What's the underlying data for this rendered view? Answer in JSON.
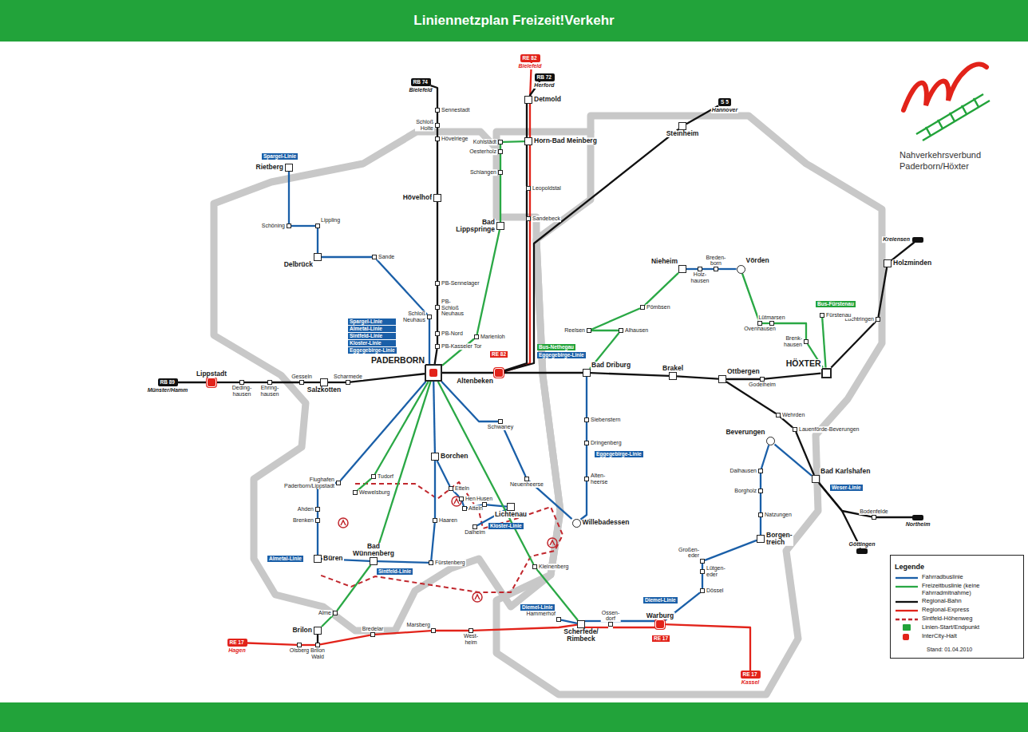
{
  "diagram": {
    "title": "Liniennetzplan Freizeit!Verkehr",
    "nodes": [
      {
        "text": [
          "RB 74",
          "Bielefeld"
        ]
      },
      {
        "text": [
          "Sennestadt"
        ]
      },
      {
        "text": [
          "Schloß Holte"
        ]
      },
      {
        "text": [
          "Hövelriege"
        ]
      },
      {
        "text": [
          "Hövelhof"
        ]
      },
      {
        "text": [
          "PB-Sennelager"
        ]
      },
      {
        "text": [
          "PB-Schloß Neuhaus"
        ]
      },
      {
        "text": [
          "Schloß Neuhaus"
        ]
      },
      {
        "text": [
          "PB-Nord"
        ]
      },
      {
        "text": [
          "PB-Kasseler Tor"
        ]
      },
      {
        "text": [
          "PADERBORN"
        ]
      },
      {
        "text": [
          "RE 82",
          "Bielefeld"
        ]
      },
      {
        "text": [
          "RB 72",
          "Herford"
        ]
      },
      {
        "text": [
          "Detmold"
        ]
      },
      {
        "text": [
          "Horn-Bad Meinberg"
        ]
      },
      {
        "text": [
          "Leopoldstal"
        ]
      },
      {
        "text": [
          "Sandebeck"
        ]
      },
      {
        "text": [
          "S 5",
          "Hannover"
        ]
      },
      {
        "text": [
          "Steinheim"
        ]
      },
      {
        "text": [
          "Altenbeken"
        ]
      },
      {
        "text": [
          "Kohlstädt"
        ]
      },
      {
        "text": [
          "Oesterholz"
        ]
      },
      {
        "text": [
          "Schlangen"
        ]
      },
      {
        "text": [
          "Bad Lippspringe"
        ]
      },
      {
        "text": [
          "Marienloh"
        ]
      },
      {
        "text": [
          "Rietberg"
        ]
      },
      {
        "text": [
          "Schöning"
        ]
      },
      {
        "text": [
          "Lippling"
        ]
      },
      {
        "text": [
          "Delbrück"
        ]
      },
      {
        "text": [
          "Sande"
        ]
      },
      {
        "text": [
          "RB 89",
          "Münster/Hamm"
        ]
      },
      {
        "text": [
          "Lippstadt"
        ]
      },
      {
        "text": [
          "Deding- hausen"
        ]
      },
      {
        "text": [
          "Ehring- hausen"
        ]
      },
      {
        "text": [
          "Gesseln"
        ]
      },
      {
        "text": [
          "Salzkotten"
        ]
      },
      {
        "text": [
          "Scharmede"
        ]
      },
      {
        "text": [
          "Bad Driburg"
        ]
      },
      {
        "text": [
          "Brakel"
        ]
      },
      {
        "text": [
          "Ottbergen"
        ]
      },
      {
        "text": [
          "Godelheim"
        ]
      },
      {
        "text": [
          "HÖXTER"
        ]
      },
      {
        "text": [
          "Lüchtringen"
        ]
      },
      {
        "text": [
          "Holzminden"
        ]
      },
      {
        "text": [
          "Kreiensen"
        ]
      },
      {
        "text": [
          "Wehrden"
        ]
      },
      {
        "text": [
          "Lauenförde-Beverungen"
        ]
      },
      {
        "text": [
          "Bad Karlshafen"
        ]
      },
      {
        "text": [
          "Bodenfelde"
        ]
      },
      {
        "text": [
          "Northeim"
        ]
      },
      {
        "text": [
          "Göttingen"
        ]
      },
      {
        "text": [
          "Alhausen"
        ]
      },
      {
        "text": [
          "Reelsen"
        ]
      },
      {
        "text": [
          "Pömbsen"
        ]
      },
      {
        "text": [
          "Nieheim"
        ]
      },
      {
        "text": [
          "Holz- hausen"
        ]
      },
      {
        "text": [
          "Breden- born"
        ]
      },
      {
        "text": [
          "Vörden"
        ]
      },
      {
        "text": [
          "Ovenhausen"
        ]
      },
      {
        "text": [
          "Lütmarsen"
        ]
      },
      {
        "text": [
          "Brenk- hausen"
        ]
      },
      {
        "text": [
          "Fürstenau"
        ]
      },
      {
        "text": [
          "Siebenstern"
        ]
      },
      {
        "text": [
          "Dringenberg"
        ]
      },
      {
        "text": [
          "Alten- heerse"
        ]
      },
      {
        "text": [
          "Willebadessen"
        ]
      },
      {
        "text": [
          "Schwaney"
        ]
      },
      {
        "text": [
          "Neuenheerse"
        ]
      },
      {
        "text": [
          "Borchen"
        ]
      },
      {
        "text": [
          "Etteln"
        ]
      },
      {
        "text": [
          "Henglarn"
        ]
      },
      {
        "text": [
          "Atteln"
        ]
      },
      {
        "text": [
          "Husen"
        ]
      },
      {
        "text": [
          "Lichtenau"
        ]
      },
      {
        "text": [
          "Dalheim"
        ]
      },
      {
        "text": [
          "Haaren"
        ]
      },
      {
        "text": [
          "Fürstenberg"
        ]
      },
      {
        "text": [
          "Tudorf"
        ]
      },
      {
        "text": [
          "Flughafen Paderborn/Lippstadt"
        ]
      },
      {
        "text": [
          "Wewelsburg"
        ]
      },
      {
        "text": [
          "Ahden"
        ]
      },
      {
        "text": [
          "Brenken"
        ]
      },
      {
        "text": [
          "Büren"
        ]
      },
      {
        "text": [
          "Bad Wünnenberg"
        ]
      },
      {
        "text": [
          "Kleinenberg"
        ]
      },
      {
        "text": [
          "Alme"
        ]
      },
      {
        "text": [
          "Brilon"
        ]
      },
      {
        "text": [
          "RE 17",
          "Hagen"
        ]
      },
      {
        "text": [
          "Olsberg"
        ]
      },
      {
        "text": [
          "Brilon Wald"
        ]
      },
      {
        "text": [
          "Bredelar"
        ]
      },
      {
        "text": [
          "Marsberg"
        ]
      },
      {
        "text": [
          "West- heim"
        ]
      },
      {
        "text": [
          "Hammerhof"
        ]
      },
      {
        "text": [
          "Scherfede/ Rimbeck"
        ]
      },
      {
        "text": [
          "Ossen- dorf"
        ]
      },
      {
        "text": [
          "Warburg"
        ]
      },
      {
        "text": [
          "RE 17",
          "Kassel"
        ]
      },
      {
        "text": [
          "Dössel"
        ]
      },
      {
        "text": [
          "Lütgen- eder"
        ]
      },
      {
        "text": [
          "Großen- eder"
        ]
      },
      {
        "text": [
          "Borgen- treich"
        ]
      },
      {
        "text": [
          "Natzungen"
        ]
      },
      {
        "text": [
          "Borgholz"
        ]
      },
      {
        "text": [
          "Dalhausen"
        ]
      },
      {
        "text": [
          "Beverungen"
        ]
      }
    ],
    "edges": [
      {
        "from": 0,
        "to": 1,
        "arrow": "none"
      },
      {
        "from": 1,
        "to": 2,
        "arrow": "none"
      },
      {
        "from": 2,
        "to": 3,
        "arrow": "none"
      },
      {
        "from": 3,
        "to": 4,
        "arrow": "none"
      },
      {
        "from": 4,
        "to": 5,
        "arrow": "none"
      },
      {
        "from": 5,
        "to": 6,
        "arrow": "none"
      },
      {
        "from": 6,
        "to": 8,
        "arrow": "none"
      },
      {
        "from": 8,
        "to": 9,
        "arrow": "none"
      },
      {
        "from": 9,
        "to": 10,
        "arrow": "none"
      },
      {
        "from": 25,
        "to": 26,
        "arrow": "none"
      },
      {
        "from": 26,
        "to": 27,
        "arrow": "none"
      },
      {
        "from": 27,
        "to": 28,
        "arrow": "none"
      },
      {
        "from": 28,
        "to": 29,
        "arrow": "none"
      },
      {
        "from": 29,
        "to": 7,
        "arrow": "none"
      },
      {
        "from": 7,
        "to": 10,
        "arrow": "none"
      },
      {
        "from": 14,
        "to": 20,
        "arrow": "none"
      },
      {
        "from": 20,
        "to": 21,
        "arrow": "none"
      },
      {
        "from": 21,
        "to": 22,
        "arrow": "none"
      },
      {
        "from": 22,
        "to": 23,
        "arrow": "none"
      },
      {
        "from": 23,
        "to": 24,
        "arrow": "none"
      },
      {
        "from": 24,
        "to": 10,
        "arrow": "none"
      },
      {
        "from": 11,
        "to": 13,
        "arrow": "none"
      },
      {
        "from": 13,
        "to": 14,
        "arrow": "none"
      },
      {
        "from": 14,
        "to": 15,
        "arrow": "none"
      },
      {
        "from": 15,
        "to": 16,
        "arrow": "none"
      },
      {
        "from": 16,
        "to": 19,
        "arrow": "none"
      },
      {
        "from": 12,
        "to": 13,
        "arrow": "none"
      },
      {
        "from": 13,
        "to": 14,
        "arrow": "none"
      },
      {
        "from": 14,
        "to": 15,
        "arrow": "none"
      },
      {
        "from": 15,
        "to": 16,
        "arrow": "none"
      },
      {
        "from": 16,
        "to": 19,
        "arrow": "none"
      },
      {
        "from": 17,
        "to": 18,
        "arrow": "none"
      },
      {
        "from": 18,
        "to": 19,
        "arrow": "none"
      },
      {
        "from": 30,
        "to": 31,
        "arrow": "none"
      },
      {
        "from": 31,
        "to": 32,
        "arrow": "none"
      },
      {
        "from": 32,
        "to": 33,
        "arrow": "none"
      },
      {
        "from": 33,
        "to": 34,
        "arrow": "none"
      },
      {
        "from": 34,
        "to": 35,
        "arrow": "none"
      },
      {
        "from": 35,
        "to": 36,
        "arrow": "none"
      },
      {
        "from": 36,
        "to": 10,
        "arrow": "none"
      },
      {
        "from": 10,
        "to": 19,
        "arrow": "none"
      },
      {
        "from": 19,
        "to": 37,
        "arrow": "none"
      },
      {
        "from": 37,
        "to": 38,
        "arrow": "none"
      },
      {
        "from": 38,
        "to": 39,
        "arrow": "none"
      },
      {
        "from": 39,
        "to": 40,
        "arrow": "none"
      },
      {
        "from": 40,
        "to": 41,
        "arrow": "none"
      },
      {
        "from": 41,
        "to": 42,
        "arrow": "none"
      },
      {
        "from": 42,
        "to": 43,
        "arrow": "none"
      },
      {
        "from": 43,
        "to": 44,
        "arrow": "none"
      },
      {
        "from": 39,
        "to": 45,
        "arrow": "none"
      },
      {
        "from": 45,
        "to": 46,
        "arrow": "none"
      },
      {
        "from": 46,
        "to": 47,
        "arrow": "none"
      },
      {
        "from": 47,
        "to": 48,
        "arrow": "none"
      },
      {
        "from": 48,
        "to": 49,
        "arrow": "none"
      },
      {
        "from": 47,
        "to": 50,
        "arrow": "none"
      },
      {
        "from": 37,
        "to": 51,
        "arrow": "none"
      },
      {
        "from": 51,
        "to": 52,
        "arrow": "none"
      },
      {
        "from": 52,
        "to": 53,
        "arrow": "none"
      },
      {
        "from": 53,
        "to": 54,
        "arrow": "none"
      },
      {
        "from": 54,
        "to": 55,
        "arrow": "none"
      },
      {
        "from": 55,
        "to": 56,
        "arrow": "none"
      },
      {
        "from": 56,
        "to": 57,
        "arrow": "none"
      },
      {
        "from": 57,
        "to": 58,
        "arrow": "none"
      },
      {
        "from": 58,
        "to": 59,
        "arrow": "none"
      },
      {
        "from": 59,
        "to": 60,
        "arrow": "none"
      },
      {
        "from": 60,
        "to": 41,
        "arrow": "none"
      },
      {
        "from": 41,
        "to": 61,
        "arrow": "none"
      },
      {
        "from": 37,
        "to": 62,
        "arrow": "none"
      },
      {
        "from": 62,
        "to": 63,
        "arrow": "none"
      },
      {
        "from": 63,
        "to": 64,
        "arrow": "none"
      },
      {
        "from": 64,
        "to": 65,
        "arrow": "none"
      },
      {
        "from": 10,
        "to": 66,
        "arrow": "none"
      },
      {
        "from": 66,
        "to": 67,
        "arrow": "none"
      },
      {
        "from": 67,
        "to": 65,
        "arrow": "none"
      },
      {
        "from": 10,
        "to": 68,
        "arrow": "none"
      },
      {
        "from": 68,
        "to": 69,
        "arrow": "none"
      },
      {
        "from": 69,
        "to": 70,
        "arrow": "none"
      },
      {
        "from": 70,
        "to": 71,
        "arrow": "none"
      },
      {
        "from": 71,
        "to": 72,
        "arrow": "none"
      },
      {
        "from": 72,
        "to": 73,
        "arrow": "none"
      },
      {
        "from": 73,
        "to": 74,
        "arrow": "none"
      },
      {
        "from": 68,
        "to": 75,
        "arrow": "none"
      },
      {
        "from": 75,
        "to": 76,
        "arrow": "none"
      },
      {
        "from": 76,
        "to": 83,
        "arrow": "none"
      },
      {
        "from": 82,
        "to": 83,
        "arrow": "none"
      },
      {
        "from": 10,
        "to": 78,
        "arrow": "none"
      },
      {
        "from": 78,
        "to": 80,
        "arrow": "none"
      },
      {
        "from": 80,
        "to": 81,
        "arrow": "none"
      },
      {
        "from": 81,
        "to": 82,
        "arrow": "none"
      },
      {
        "from": 10,
        "to": 77,
        "arrow": "none"
      },
      {
        "from": 77,
        "to": 79,
        "arrow": "none"
      },
      {
        "from": 10,
        "to": 83,
        "arrow": "none"
      },
      {
        "from": 83,
        "to": 85,
        "arrow": "none"
      },
      {
        "from": 85,
        "to": 86,
        "arrow": "none"
      },
      {
        "from": 10,
        "to": 84,
        "arrow": "none"
      },
      {
        "from": 84,
        "to": 94,
        "arrow": "none"
      },
      {
        "from": 86,
        "to": 89,
        "arrow": "none"
      },
      {
        "from": 87,
        "to": 88,
        "arrow": "none"
      },
      {
        "from": 88,
        "to": 89,
        "arrow": "none"
      },
      {
        "from": 89,
        "to": 90,
        "arrow": "none"
      },
      {
        "from": 90,
        "to": 91,
        "arrow": "none"
      },
      {
        "from": 91,
        "to": 92,
        "arrow": "none"
      },
      {
        "from": 92,
        "to": 94,
        "arrow": "none"
      },
      {
        "from": 94,
        "to": 95,
        "arrow": "none"
      },
      {
        "from": 95,
        "to": 96,
        "arrow": "none"
      },
      {
        "from": 96,
        "to": 97,
        "arrow": "none"
      },
      {
        "from": 93,
        "to": 94,
        "arrow": "none"
      },
      {
        "from": 94,
        "to": 95,
        "arrow": "none"
      },
      {
        "from": 95,
        "to": 96,
        "arrow": "none"
      },
      {
        "from": 96,
        "to": 98,
        "arrow": "none"
      },
      {
        "from": 98,
        "to": 99,
        "arrow": "none"
      },
      {
        "from": 99,
        "to": 100,
        "arrow": "none"
      },
      {
        "from": 100,
        "to": 101,
        "arrow": "none"
      },
      {
        "from": 101,
        "to": 102,
        "arrow": "none"
      },
      {
        "from": 102,
        "to": 103,
        "arrow": "none"
      },
      {
        "from": 103,
        "to": 104,
        "arrow": "none"
      },
      {
        "from": 104,
        "to": 105,
        "arrow": "none"
      },
      {
        "from": 105,
        "to": 47,
        "arrow": "none"
      }
    ],
    "labels": [
      "Nahverkehrsverbund Paderborn/Höxter",
      "Spargel-Linie",
      "Spargel-Linie",
      "Almetal-Linie",
      "Sintfeld-Linie",
      "Kloster-Linie",
      "Eggegebirge-Linie",
      "Bus-Nethegau",
      "Eggegebirge-Linie",
      "Bus-Fürstenau",
      "Eggegebirge-Linie",
      "Almetal-Linie",
      "Sintfeld-Linie",
      "Kloster-Linie",
      "Diemel-Linie",
      "Diemel-Linie",
      "Weser-Linie",
      "RE 82",
      "RE 17",
      "Legende",
      "Stand: 01.04.2010"
    ],
    "legend": [
      {
        "text": "Fahrradbuslinie"
      },
      {
        "text": "Freizeitbuslinie (keine Fahrradmitnahme)"
      },
      {
        "text": "Regional-Bahn"
      },
      {
        "text": "Regional-Express"
      },
      {
        "text": "Sintfeld-Höhenweg"
      },
      {
        "text": "Linien-Start/Endpunkt",
        "color": "#22a33a"
      },
      {
        "text": "InterCity-Halt"
      }
    ]
  }
}
